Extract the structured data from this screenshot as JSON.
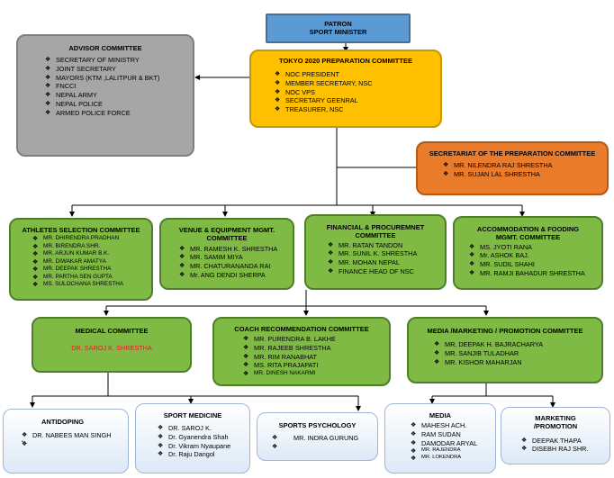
{
  "patron": {
    "line1": "PATRON",
    "line2": "SPORT MINISTER"
  },
  "prep": {
    "title": "TOKYO 2020 PREPARATION  COMMITTEE",
    "items": [
      "NOC PRESIDENT",
      "MEMBER SECRETARY, NSC",
      "NOC VPS",
      "SECRETARY GEENRAL",
      "TREASURER, NSC"
    ]
  },
  "advisor": {
    "title": "ADVISOR  COMMITTEE",
    "items": [
      "SECRETARY OF MINISTRY",
      "JOINT SECRETARY",
      "MAYORS (KTM ,LALITPUR & BKT)",
      "FNCCI",
      "NEPAL ARMY",
      "NEPAL POLICE",
      "ARMED POLICE FORCE"
    ]
  },
  "secretariat": {
    "title": "SECRETARIAT  OF THE PREPARATION  COMMITTEE",
    "items": [
      "MR. NILENDRA RAJ SHRESTHA",
      "MR. SUJAN LAL SHRESTHA"
    ]
  },
  "athletes": {
    "title": "ATHLETES  SELECTION  COMMITTEE",
    "items": [
      "MR. DHIRENDRA PRADHAN",
      "MR. BIRENDRA SHR.",
      "MR. ARJUN KUMAR B.K.",
      "MR. DIWAKAR AMATYA",
      "MR. DEEPAK SHRESTHA",
      "MR. PARTHA SEN GUPTA",
      "MS. SULOCHANA SHRESTHA"
    ]
  },
  "venue": {
    "title1": "VENUE & EQUIPMENT  MGMT.",
    "title2": "COMMITTEE",
    "items": [
      "MR. RAMESH K. SHRESTHA",
      "MR. SAMIM MIYA",
      "MR. CHATURANANDA RAI",
      "Mr. ANG DENDI SHERPA"
    ]
  },
  "financial": {
    "title1": "FINANCIAL  & PROCUREMNET",
    "title2": "COMMITTEE",
    "items": [
      "MR. RATAN TANDON",
      "MR. SUNIL K. SHRESTHA",
      "MR. MOHAN NEPAL",
      "FINANCE HEAD OF NSC"
    ]
  },
  "accommodation": {
    "title1": "ACCOMMODATION   & FOODING",
    "title2": "MGMT. COMMITTEE",
    "items": [
      "MS. JYOTI RANA",
      "Mr. ASHOK BAJ.",
      "MR. SUDIL SHAHI",
      "MR. RAMJI BAHADUR SHRESTHA"
    ]
  },
  "medical": {
    "title": "MEDICAL COMMITTEE",
    "person": "DR. SAROJ K. SHRESTHA"
  },
  "coach": {
    "title": "COACH RECOMMENDATION  COMMITTEE",
    "items": [
      "MR. PURENDRA B. LAKHE",
      "MR. RAJEEB SHRESTHA",
      "MR. RIM RANABHAT",
      "MS. RITA PRAJAPATI",
      "MR. DINESH NAKARMI"
    ]
  },
  "media_committee": {
    "title": "MEDIA /MARKETING  /  PROMOTION  COMMITTEE",
    "items": [
      "MR. DEEPAK H. BAJRACHARYA",
      "MR. SANJIB TULADHAR",
      "MR. KISHOR MAHARJAN"
    ]
  },
  "antidoping": {
    "title": "ANTIDOPING",
    "items": [
      "DR. NABEES MAN SINGH",
      "",
      ""
    ]
  },
  "sport_medicine": {
    "title": "SPORT MEDICINE",
    "items": [
      "DR. SAROJ K.",
      "Dr. Gyanendra Shah",
      "Dr. Vikram Nyaupane",
      "Dr. Raju Dangol"
    ]
  },
  "psychology": {
    "title": "SPORTS  PSYCHOLOGY",
    "items": [
      "MR. INDRA GURUNG",
      ""
    ]
  },
  "media": {
    "title": "MEDIA",
    "items": [
      "MAHESH ACH.",
      "RAM SUDAN",
      "DAMODAR ARYAL",
      "MR. RAJENDRA",
      "MR. LOKENDRA"
    ]
  },
  "marketing": {
    "title1": "MARKETING",
    "title2": "/PROMOTION",
    "items": [
      "DEEPAK THAPA",
      "DISEBH RAJ SHR."
    ]
  },
  "colors": {
    "green": "#7fba45",
    "gray": "#a6a6a6",
    "orange": "#ea7b2b",
    "yellow": "#ffc000",
    "blue": "#5b9bd5",
    "red_text": "#e02020"
  },
  "icons": {
    "bullet": "diamond-bullet-icon"
  }
}
